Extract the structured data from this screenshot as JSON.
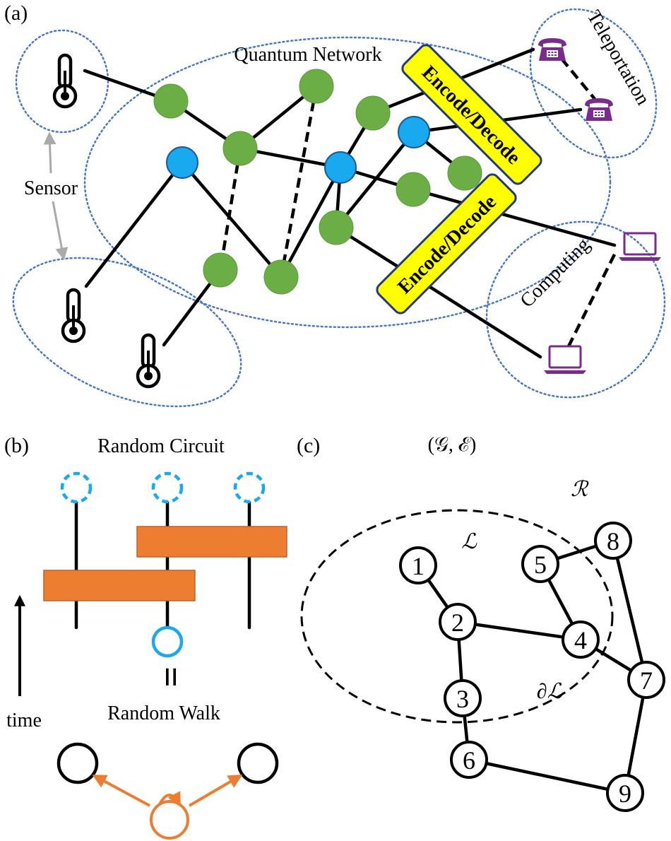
{
  "panel_a": {
    "label": "(a)",
    "network_label": "Quantum Network",
    "sensor_label": "Sensor",
    "teleportation_label": "Teleportation",
    "computing_label": "Computing",
    "encode_decode_label_1": "Encode/Decode",
    "encode_decode_label_2": "Encode/Decode"
  },
  "panel_b": {
    "label": "(b)",
    "title": "Random Circuit",
    "time_label": "time",
    "equals_label": "=",
    "walk_label": "Random Walk"
  },
  "panel_c": {
    "label": "(c)",
    "graph_label": "(𝒢, ℰ)",
    "region_r": "ℛ",
    "region_l": "ℒ",
    "boundary_label": "∂ℒ",
    "nodes": [
      "1",
      "2",
      "3",
      "4",
      "5",
      "6",
      "7",
      "8",
      "9"
    ]
  },
  "colors": {
    "network_node": "#6aae45",
    "hub_node": "#18a9ee",
    "device": "#7b2a8e",
    "gate": "#ed7d31",
    "qubit": "#18a9ee",
    "encoder": "#ffff00"
  }
}
